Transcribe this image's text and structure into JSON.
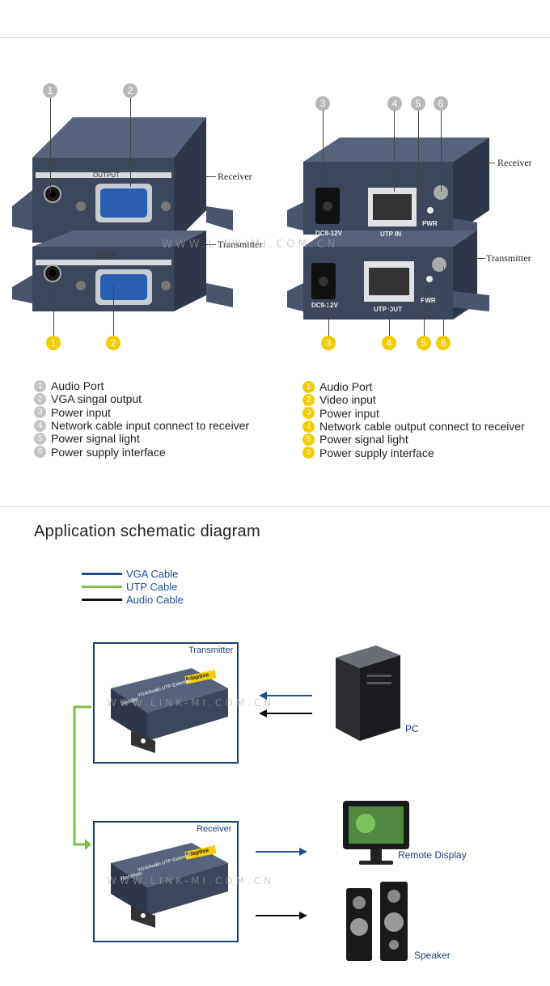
{
  "photos": {
    "left_top_label": "Receiver",
    "left_bottom_label": "Transmitter",
    "right_top_label": "Receiver",
    "right_bottom_label": "Transmitter",
    "output_label": "OUTPUT",
    "input_label": "INPUT",
    "dc_label_top": "DC9-12V",
    "dc_label_bottom": "DC9-12V",
    "utp_in": "UTP IN",
    "utp_out": "UTP OUT",
    "pwr_top": "PWR",
    "pwr_bottom": "PWR",
    "watermark": "WWW.LINK-MI.COM.CN",
    "left_grey_numbers": [
      "1",
      "2"
    ],
    "left_yellow_numbers": [
      "1",
      "2"
    ],
    "right_grey_numbers": [
      "3",
      "4",
      "5",
      "6"
    ],
    "right_yellow_numbers": [
      "3",
      "4",
      "5",
      "6"
    ]
  },
  "receiver_list": [
    {
      "num": "1",
      "text": "Audio Port"
    },
    {
      "num": "2",
      "text": "VGA singal output"
    },
    {
      "num": "3",
      "text": "Power input"
    },
    {
      "num": "4",
      "text": "Network cable input connect to receiver"
    },
    {
      "num": "5",
      "text": "Power signal light"
    },
    {
      "num": "6",
      "text": "Power supply interface"
    }
  ],
  "transmitter_list": [
    {
      "num": "1",
      "text": "Audio Port"
    },
    {
      "num": "2",
      "text": "Video input"
    },
    {
      "num": "3",
      "text": "Power input"
    },
    {
      "num": "4",
      "text": "Network cable output connect to receiver"
    },
    {
      "num": "5",
      "text": "Power signal light"
    },
    {
      "num": "6",
      "text": "Power supply interface"
    }
  ],
  "application": {
    "title": "Application schematic diagram",
    "legend": [
      {
        "label": "VGA Cable",
        "color": "#1e4f8f"
      },
      {
        "label": "UTP Cable",
        "color": "#7cc143"
      },
      {
        "label": "Audio Cable",
        "color": "#111111"
      }
    ],
    "transmitter_label": "Transmitter",
    "receiver_label": "Receiver",
    "pc_label": "PC",
    "remote_display_label": "Remote Display",
    "speaker_label": "Speaker",
    "device_badge": "Adaptive",
    "device_title": "VGA/Audio UTP Extender",
    "sender_text": "Sender",
    "receiver_text": "Receiver",
    "watermark": "WWW.LINK-MI.COM.CN"
  },
  "colors": {
    "frame": "#1e3f7a",
    "device_body": "#3f4a5e",
    "badge_yellow": "#f5cc00",
    "badge_grey": "#b8b8b8"
  }
}
